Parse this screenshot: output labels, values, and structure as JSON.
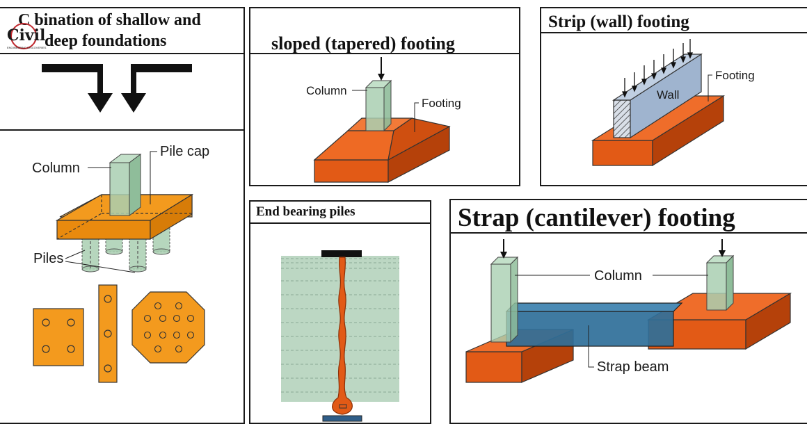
{
  "colors": {
    "footing": "#e25a16",
    "footing_dark": "#b5410a",
    "pilecap": "#f39a1e",
    "column": "#a9cfb1",
    "strap": "#2f6f99",
    "soil": "#bcd7c3",
    "logo_red": "#c1272d"
  },
  "logo": {
    "text": "Civil",
    "subtext": "ENGINEERING DISCOVERIES"
  },
  "combination": {
    "title_line1": "C    bination of shallow and",
    "title_line2": "deep foundations",
    "labels": {
      "column": "Column",
      "pile_cap": "Pile cap",
      "piles": "Piles"
    }
  },
  "sloped": {
    "title": "sloped (tapered) footing",
    "labels": {
      "column": "Column",
      "footing": "Footing"
    }
  },
  "strip": {
    "title": "Strip (wall) footing",
    "labels": {
      "wall": "Wall",
      "footing": "Footing"
    }
  },
  "end_bearing": {
    "title": "End bearing piles"
  },
  "strap": {
    "title": "Strap (cantilever) footing",
    "labels": {
      "column": "Column",
      "strap_beam": "Strap beam"
    }
  }
}
